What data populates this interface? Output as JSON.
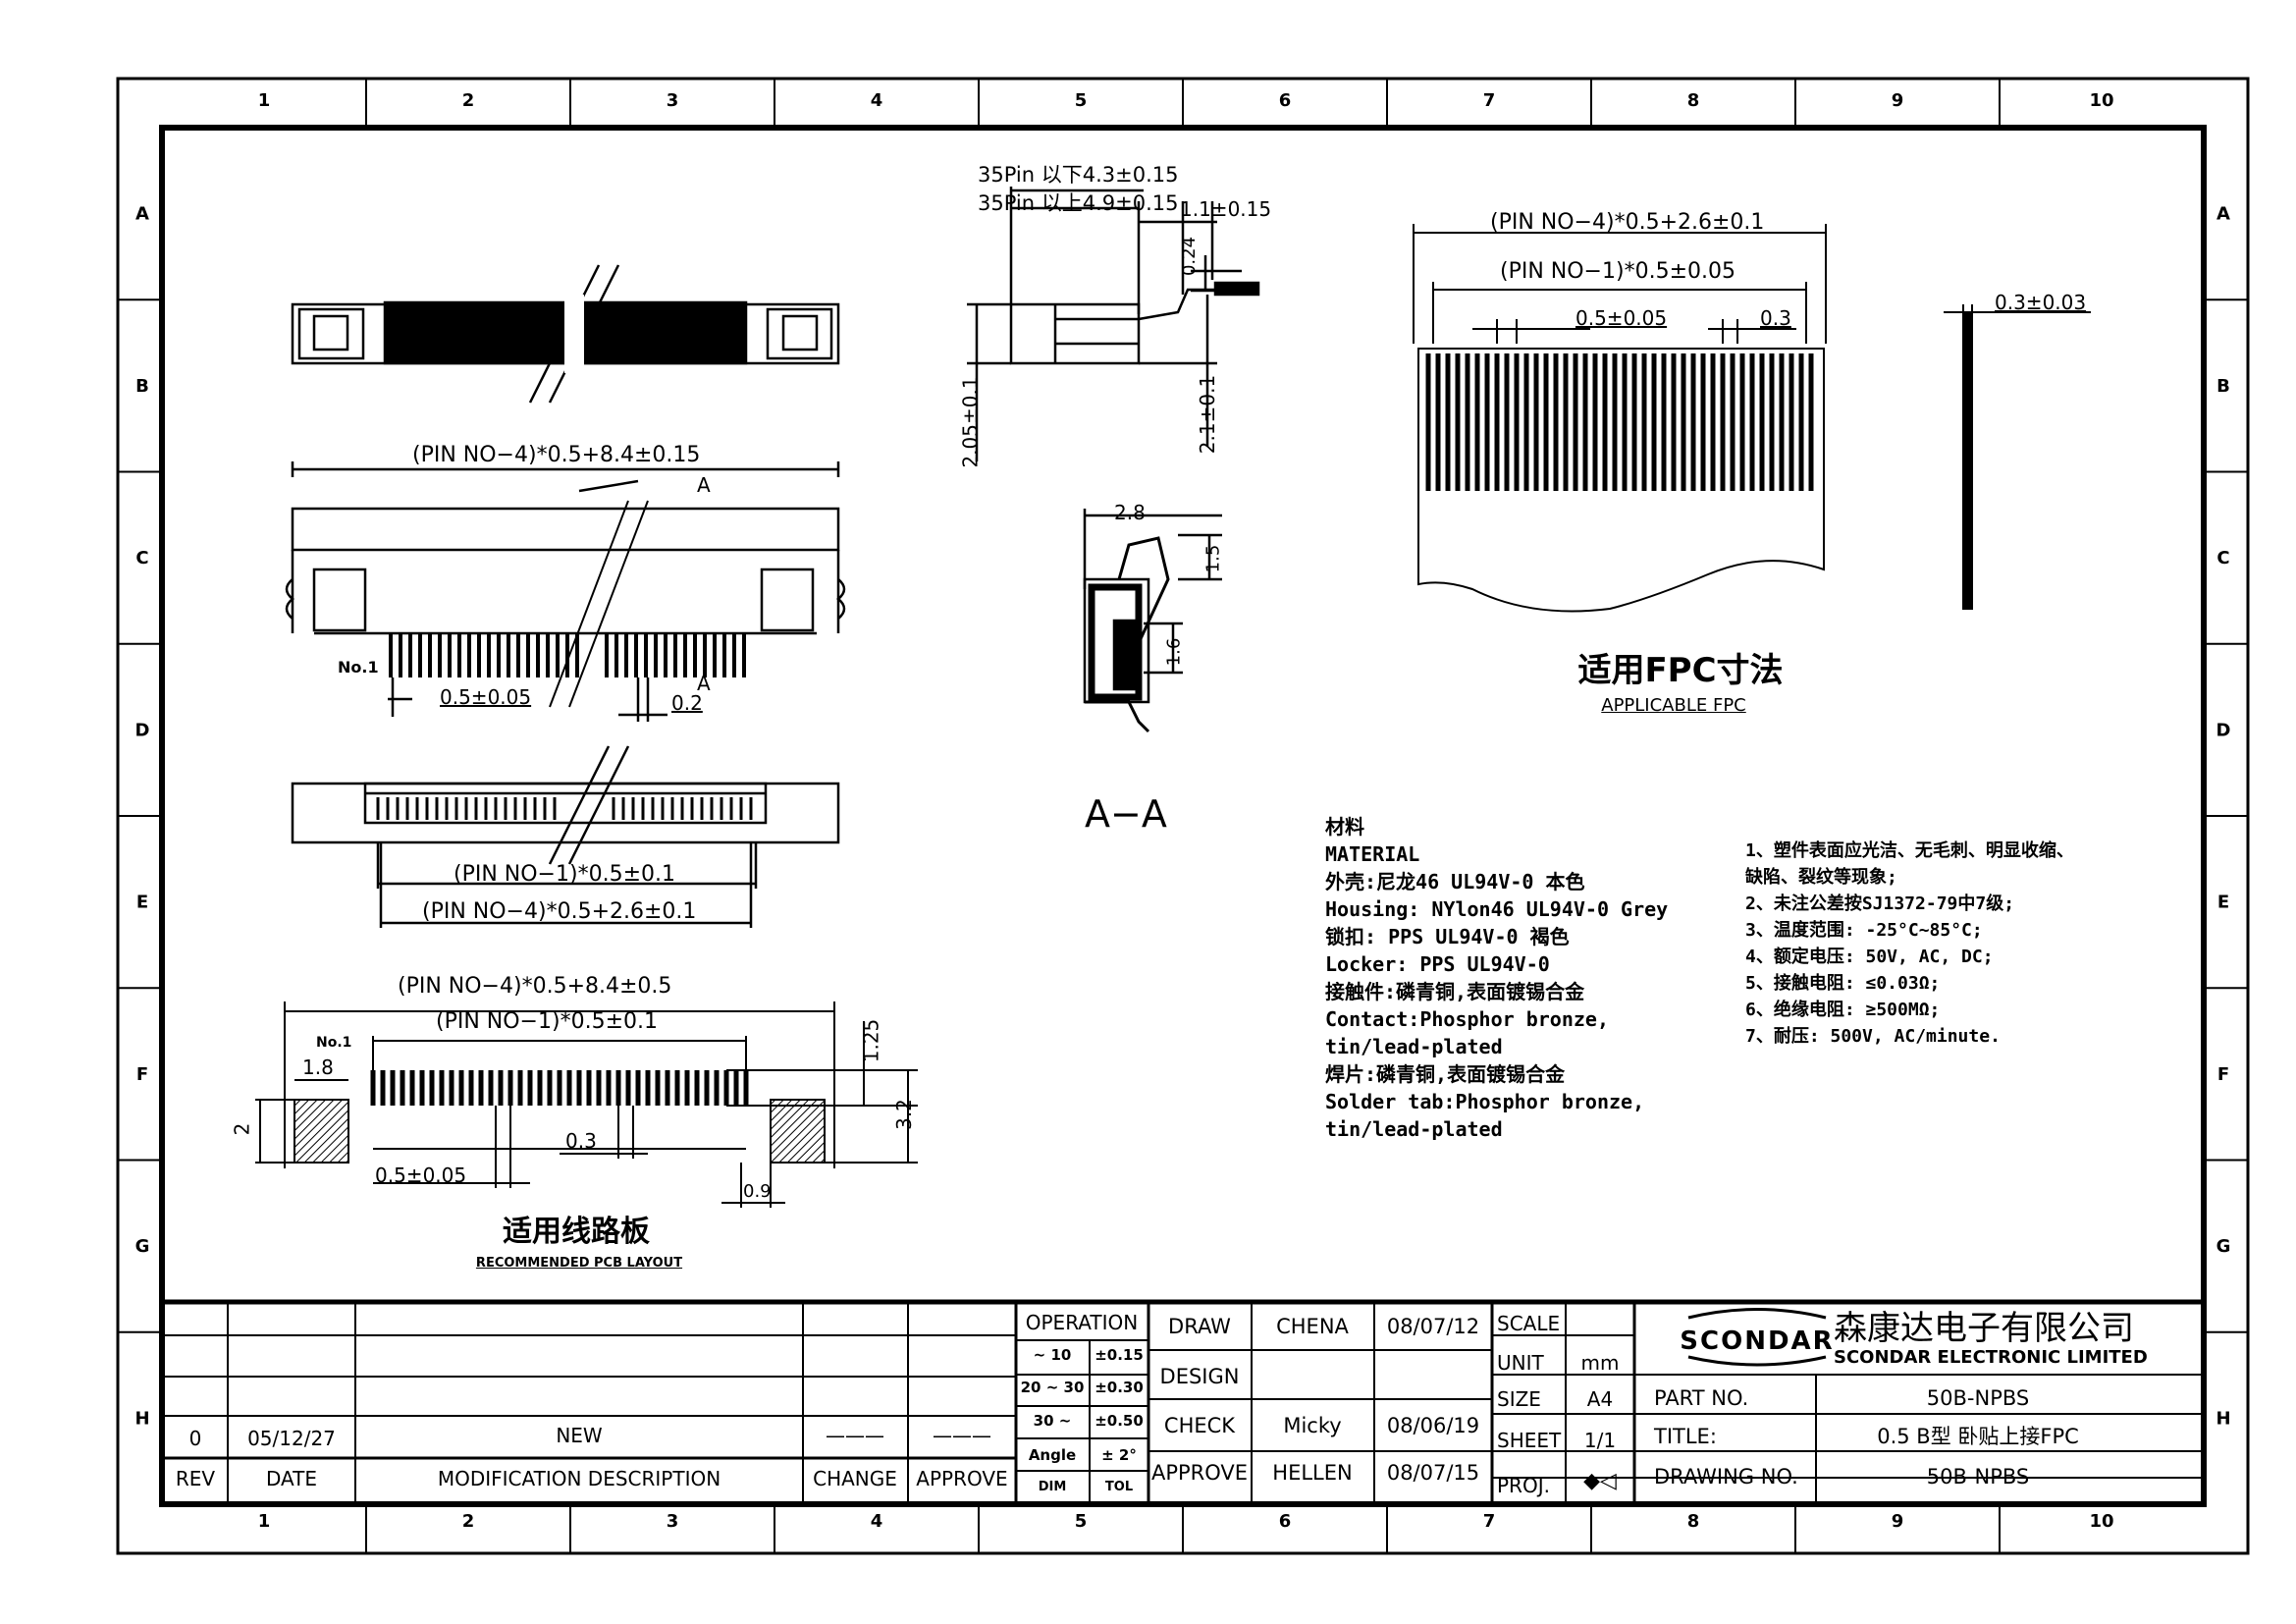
{
  "frame": {
    "columns": [
      "1",
      "2",
      "3",
      "4",
      "5",
      "6",
      "7",
      "8",
      "9",
      "10"
    ],
    "rows": [
      "A",
      "B",
      "C",
      "D",
      "E",
      "F",
      "G",
      "H"
    ]
  },
  "top_view": {
    "dim_length": "(PIN NO−4)*0.5+8.4±0.15",
    "section_marker": "A",
    "pin1_label": "No.1",
    "pitch_label": "0.5±0.05",
    "pin_width_label": "0.2"
  },
  "bottom_view": {
    "dim_inner": "(PIN NO−1)*0.5±0.1",
    "dim_outer": "(PIN NO−4)*0.5+2.6±0.1"
  },
  "side_view": {
    "height_low": "35Pin 以下4.3±0.15",
    "height_high": "35Pin 以上4.9±0.15",
    "tab_width": "1.1±0.15",
    "tab_height": "0.24",
    "body_height": "2.05±0.1",
    "total_height": "2.1±0.1"
  },
  "section_aa": {
    "title": "A−A",
    "width": "2.8",
    "top_height": "1.5",
    "contact_height": "1.6"
  },
  "pcb_layout": {
    "dim_outer": "(PIN NO−4)*0.5+8.4±0.5",
    "dim_inner": "(PIN NO−1)*0.5±0.1",
    "pin1_label": "No.1",
    "pad_offset": "1.8",
    "pad_height": "2",
    "pin_length": "1.25",
    "total_height": "3.2",
    "pin_width": "0.3",
    "pitch": "0.5±0.05",
    "pad_width": "0.9",
    "title_cn": "适用线路板",
    "title_en": "RECOMMENDED PCB LAYOUT"
  },
  "fpc": {
    "dim_outer": "(PIN NO−4)*0.5+2.6±0.1",
    "dim_inner": "(PIN NO−1)*0.5±0.05",
    "pitch": "0.5±0.05",
    "trace_width": "0.3",
    "thickness": "0.3±0.03",
    "title_cn": "适用FPC寸法",
    "title_en": "APPLICABLE FPC"
  },
  "material": {
    "lines": [
      "材料",
      "MATERIAL",
      "外壳:尼龙46 UL94V-0 本色",
      "Housing: NYlon46 UL94V-0 Grey",
      "锁扣: PPS UL94V-0 褐色",
      "Locker: PPS  UL94V-0",
      "接触件:磷青铜,表面镀锡合金",
      "Contact:Phosphor  bronze,",
      "tin/lead-plated",
      "焊片:磷青铜,表面镀锡合金",
      "Solder tab:Phosphor bronze,",
      "tin/lead-plated"
    ]
  },
  "notes": {
    "lines": [
      "1、塑件表面应光洁、无毛刺、明显收缩、",
      "   缺陷、裂纹等现象;",
      "2、未注公差按SJ1372-79中7级;",
      "3、温度范围: -25°C~85°C;",
      "4、额定电压: 50V, AC, DC;",
      "5、接触电阻: ≤0.03Ω;",
      "6、绝缘电阻: ≥500MΩ;",
      "7、耐压: 500V, AC/minute."
    ]
  },
  "title_block": {
    "revision": {
      "rev": "0",
      "date": "05/12/27",
      "description": "NEW",
      "change": "———",
      "approve": "———",
      "hdr_rev": "REV",
      "hdr_date": "DATE",
      "hdr_desc": "MODIFICATION  DESCRIPTION",
      "hdr_change": "CHANGE",
      "hdr_approve": "APPROVE"
    },
    "tolerance": {
      "header": "OPERATION",
      "rows": [
        {
          "dim": "~ 10",
          "tol": "±0.15"
        },
        {
          "dim": "20 ~ 30",
          "tol": "±0.30"
        },
        {
          "dim": "30 ~",
          "tol": "±0.50"
        },
        {
          "dim": "Angle",
          "tol": "± 2°"
        }
      ],
      "footer_dim": "DIM",
      "footer_tol": "TOL"
    },
    "signoff": [
      {
        "role": "DRAW",
        "name": "CHENA",
        "date": "08/07/12"
      },
      {
        "role": "DESIGN",
        "name": "",
        "date": ""
      },
      {
        "role": "CHECK",
        "name": "Micky",
        "date": "08/06/19"
      },
      {
        "role": "APPROVE",
        "name": "HELLEN",
        "date": "08/07/15"
      }
    ],
    "scale_label": "SCALE",
    "scale_value": "",
    "unit_label": "UNIT",
    "unit_value": "mm",
    "size_label": "SIZE",
    "size_value": "A4",
    "sheet_label": "SHEET",
    "sheet_value": "1/1",
    "proj_label": "PROJ.",
    "proj_symbol": "◆◁",
    "company_logo": "SCONDAR",
    "company_cn": "森康达电子有限公司",
    "company_en": "SCONDAR ELECTRONIC LIMITED",
    "part_no_label": "PART NO.",
    "part_no": "50B-NPBS",
    "title_label": "TITLE:",
    "title": "0.5 B型  卧贴上接FPC",
    "drawing_no_label": "DRAWING NO.",
    "drawing_no": "50B-NPBS"
  }
}
